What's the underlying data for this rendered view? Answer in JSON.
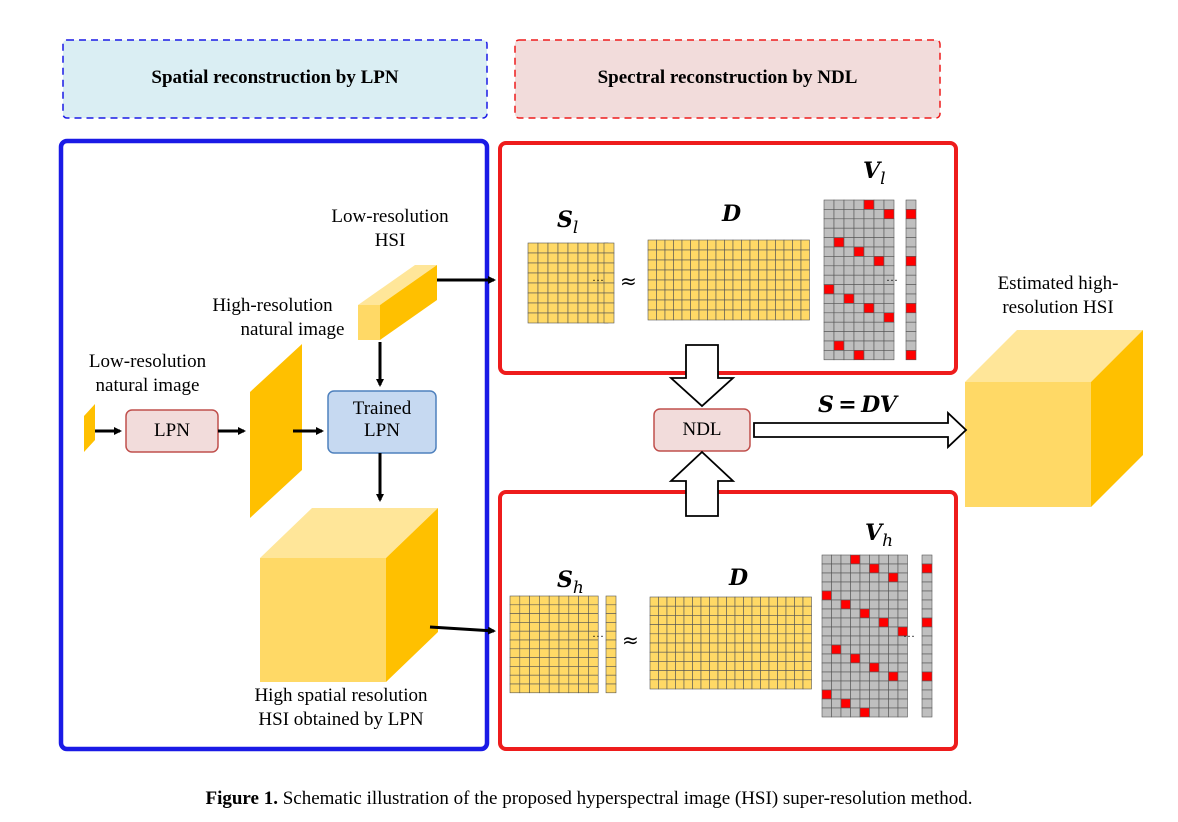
{
  "headers": {
    "spatial": "Spatial reconstruction by LPN",
    "spectral": "Spectral reconstruction by NDL"
  },
  "labels": {
    "low_res_hsi": [
      "Low-resolution",
      "HSI"
    ],
    "high_res_natural": [
      "High-resolution",
      "natural image"
    ],
    "low_res_natural": [
      "Low-resolution",
      "natural image"
    ],
    "high_spatial_hsi": [
      "High spatial resolution",
      "HSI obtained by LPN"
    ],
    "estimated_hsi": [
      "Estimated high-",
      "resolution HSI"
    ]
  },
  "boxes": {
    "lpn": "LPN",
    "trained_lpn": [
      "Trained",
      "LPN"
    ],
    "ndl": "NDL"
  },
  "math": {
    "S": "S",
    "l": "l",
    "h": "h",
    "D": "D",
    "V": "V",
    "approx": "≈",
    "equation": "S = DV"
  },
  "caption": {
    "figure_label": "Figure 1.",
    "text": " Schematic illustration of the proposed hyperspectral image (HSI) super-resolution method."
  },
  "colors": {
    "blue_frame": "#1a1ae6",
    "red_frame": "#ee1c1c",
    "header_blue_bg": "#daeef3",
    "header_red_bg": "#f2dcdb",
    "cube_front": "#ffd966",
    "cube_side": "#ffc000",
    "cube_top": "#ffe699",
    "grid_yellow": "#ffd966",
    "grid_gray": "#bfbfbf",
    "grid_red": "#ff0000",
    "lpn_fill": "#f2dcdb",
    "lpn_stroke": "#c0504d",
    "trained_fill": "#c6d9f1",
    "trained_stroke": "#4f81bd"
  }
}
